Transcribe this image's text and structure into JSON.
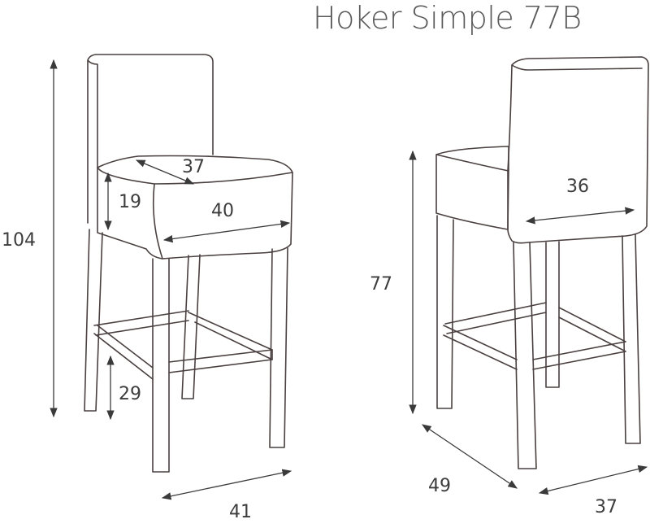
{
  "title": "Hoker Simple 77B",
  "front_view": {
    "height_total": "104",
    "seat_depth": "37",
    "cushion_height": "19",
    "seat_width": "40",
    "footrest_height": "29",
    "base_width": "41"
  },
  "back_view": {
    "seat_height": "77",
    "back_width": "36",
    "base_depth": "49",
    "base_width": "37"
  },
  "colors": {
    "line": "#4a4040",
    "dimension": "#3a3a3a",
    "text": "#3d3d3d"
  }
}
